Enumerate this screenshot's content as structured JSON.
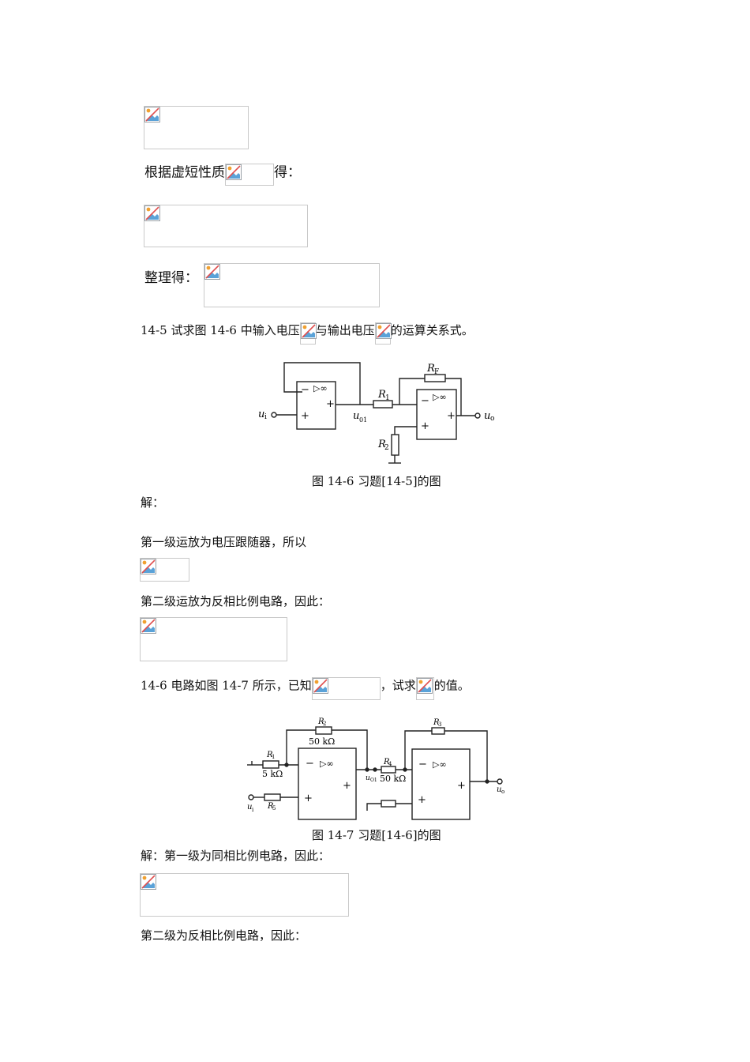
{
  "lines": {
    "l1": "根据虚短性质",
    "l1_after": "得：",
    "l2": "整理得：",
    "q145_a": "14-5 试求图 14-6 中输入电压",
    "q145_b": "与输出电压",
    "q145_c": "的运算关系式。",
    "fig146_caption": "图 14-6 习题[14-5]的图",
    "jie": "解：",
    "stage1": "第一级运放为电压跟随器，所以",
    "stage2": "第二级运放为反相比例电路，因此：",
    "q146_a": "14-6 电路如图 14-7 所示，已知",
    "q146_b": "，试求",
    "q146_c": "的值。",
    "fig147_caption": "图 14-7 习题[14-6]的图",
    "jie2": "解：第一级为同相比例电路，因此：",
    "stage2b": "第二级为反相比例电路，因此："
  },
  "fig146": {
    "ui": "u",
    "ui_sub": "i",
    "uo1": "u",
    "uo1_sub": "01",
    "uo": "u",
    "uo_sub": "o",
    "R1": "R",
    "R1_sub": "1",
    "R2": "R",
    "R2_sub": "2",
    "RF": "R",
    "RF_sub": "F",
    "amp_symbol": "▷∞",
    "minus": "−",
    "plus": "+"
  },
  "fig147": {
    "R1": "R",
    "R1_sub": "1",
    "R1_val": "5 kΩ",
    "R2": "R",
    "R2_sub": "2",
    "R2_val": "50 kΩ",
    "R3": "R",
    "R3_sub": "3",
    "R4": "R",
    "R4_sub": "4",
    "R4_val": "50 kΩ",
    "R5": "R",
    "R5_sub": "5",
    "ui": "u",
    "ui_sub": "i",
    "uo1": "u",
    "uo1_sub": "O1",
    "uo": "u",
    "uo_sub": "o",
    "amp_symbol": "▷∞",
    "minus": "−",
    "plus": "+"
  },
  "icons": {
    "broken_image": "broken-image-icon"
  }
}
